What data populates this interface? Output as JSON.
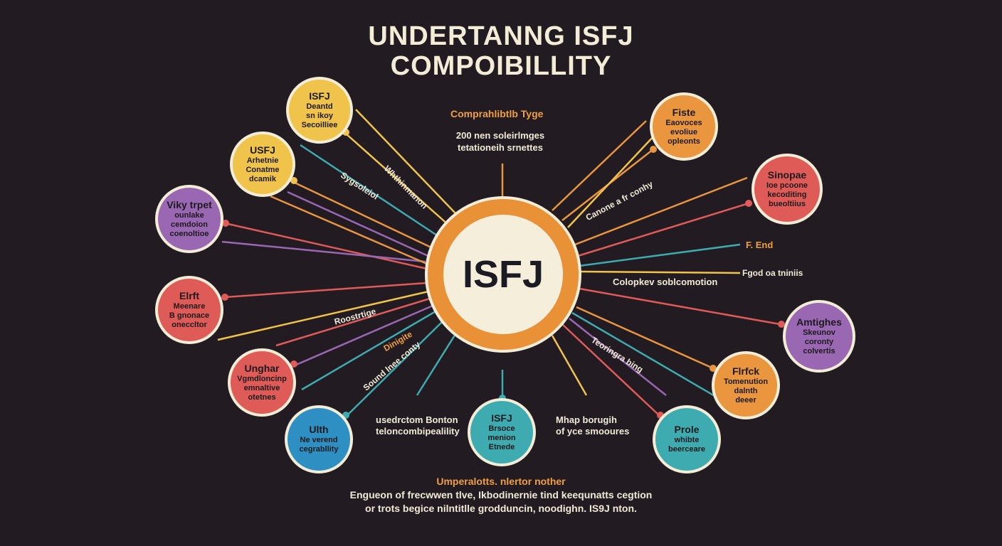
{
  "title": {
    "line1": "UNDERTANNG ISFJ",
    "line2": "COMPOIBILLITY"
  },
  "hub": {
    "label": "ISFJ"
  },
  "colors": {
    "background": "#231b22",
    "yellow": "#f0c44a",
    "orange": "#e9963f",
    "purple": "#9a67b3",
    "red": "#de5b58",
    "teal": "#3dabb0",
    "blue": "#2e8fc2",
    "ring": "#e89137",
    "cream": "#f4eedb"
  },
  "nodes": [
    {
      "id": "n1",
      "color": "yellow",
      "title": "ISFJ",
      "lines": [
        "Deantd",
        "sn ikoy",
        "Secoilliee"
      ]
    },
    {
      "id": "n2",
      "color": "yellow",
      "title": "USFJ",
      "lines": [
        "Arhetnie",
        "Conatme",
        "dcamik"
      ]
    },
    {
      "id": "n3",
      "color": "purple",
      "title": "Viky trpet",
      "lines": [
        "ounlake",
        "cemdoion",
        "coenoltioe"
      ]
    },
    {
      "id": "n4",
      "color": "red",
      "title": "Elrft",
      "lines": [
        "Meenare",
        "B gnonace",
        "oneccltor"
      ]
    },
    {
      "id": "n5",
      "color": "red",
      "title": "Unghar",
      "lines": [
        "Vgmdloncinp",
        "emnaltive",
        "otetnes"
      ]
    },
    {
      "id": "n6",
      "color": "blue",
      "title": "Ulth",
      "lines": [
        "Ne verend",
        "cegrabllity"
      ]
    },
    {
      "id": "n7",
      "color": "teal",
      "title": "ISFJ",
      "lines": [
        "Brsoce",
        "menion",
        "Etnede"
      ]
    },
    {
      "id": "n8",
      "color": "teal",
      "title": "Prole",
      "lines": [
        "whibte",
        "beerceare"
      ]
    },
    {
      "id": "n9",
      "color": "orange",
      "title": "Flrfck",
      "lines": [
        "Tomenution",
        "dalnth",
        "deeer"
      ]
    },
    {
      "id": "n10",
      "color": "purple",
      "title": "Amtighes",
      "lines": [
        "Skeunov",
        "coronty",
        "colvertis"
      ]
    },
    {
      "id": "n11",
      "color": "red",
      "title": "Sinopae",
      "lines": [
        "Ioe pcoone",
        "kecoditing",
        "bueoltiius"
      ]
    },
    {
      "id": "n12",
      "color": "orange",
      "title": "Fiste",
      "lines": [
        "Eaovoces",
        "evoliue",
        "opleonts"
      ]
    }
  ],
  "labels": {
    "compat_type": "Comprahlibtlb Tyge",
    "sub1": "200 nen soleirlmges",
    "sub2": "tetationeih srnettes",
    "symbol": "Sygsoleiol",
    "withinmon": "Whthinmanon",
    "canone": "Canone a fr conhy",
    "f_end": "F. End",
    "fgod": "Fgod oa tniniis",
    "colopker": "Colopkev soblcomotion",
    "roostrige": "Roostrtige",
    "dinigte": "Dinigite",
    "sound": "Sound lnee conty",
    "teoringa": "Teoringra bing",
    "left_bottom1": "usedrctom Bonton",
    "left_bottom2": "teloncombipealility",
    "right_bottom1": "Mhap borugih",
    "right_bottom2": "of yce smooures",
    "foot_head": "Umperalotts. nlertor nother",
    "foot1": "Engueon of frecwwen tlve, Ikbodinernie tind keequnatts cegtion",
    "foot2": "or trots begice nilntitlle grodduncin, noodighn. IS9J nton."
  }
}
